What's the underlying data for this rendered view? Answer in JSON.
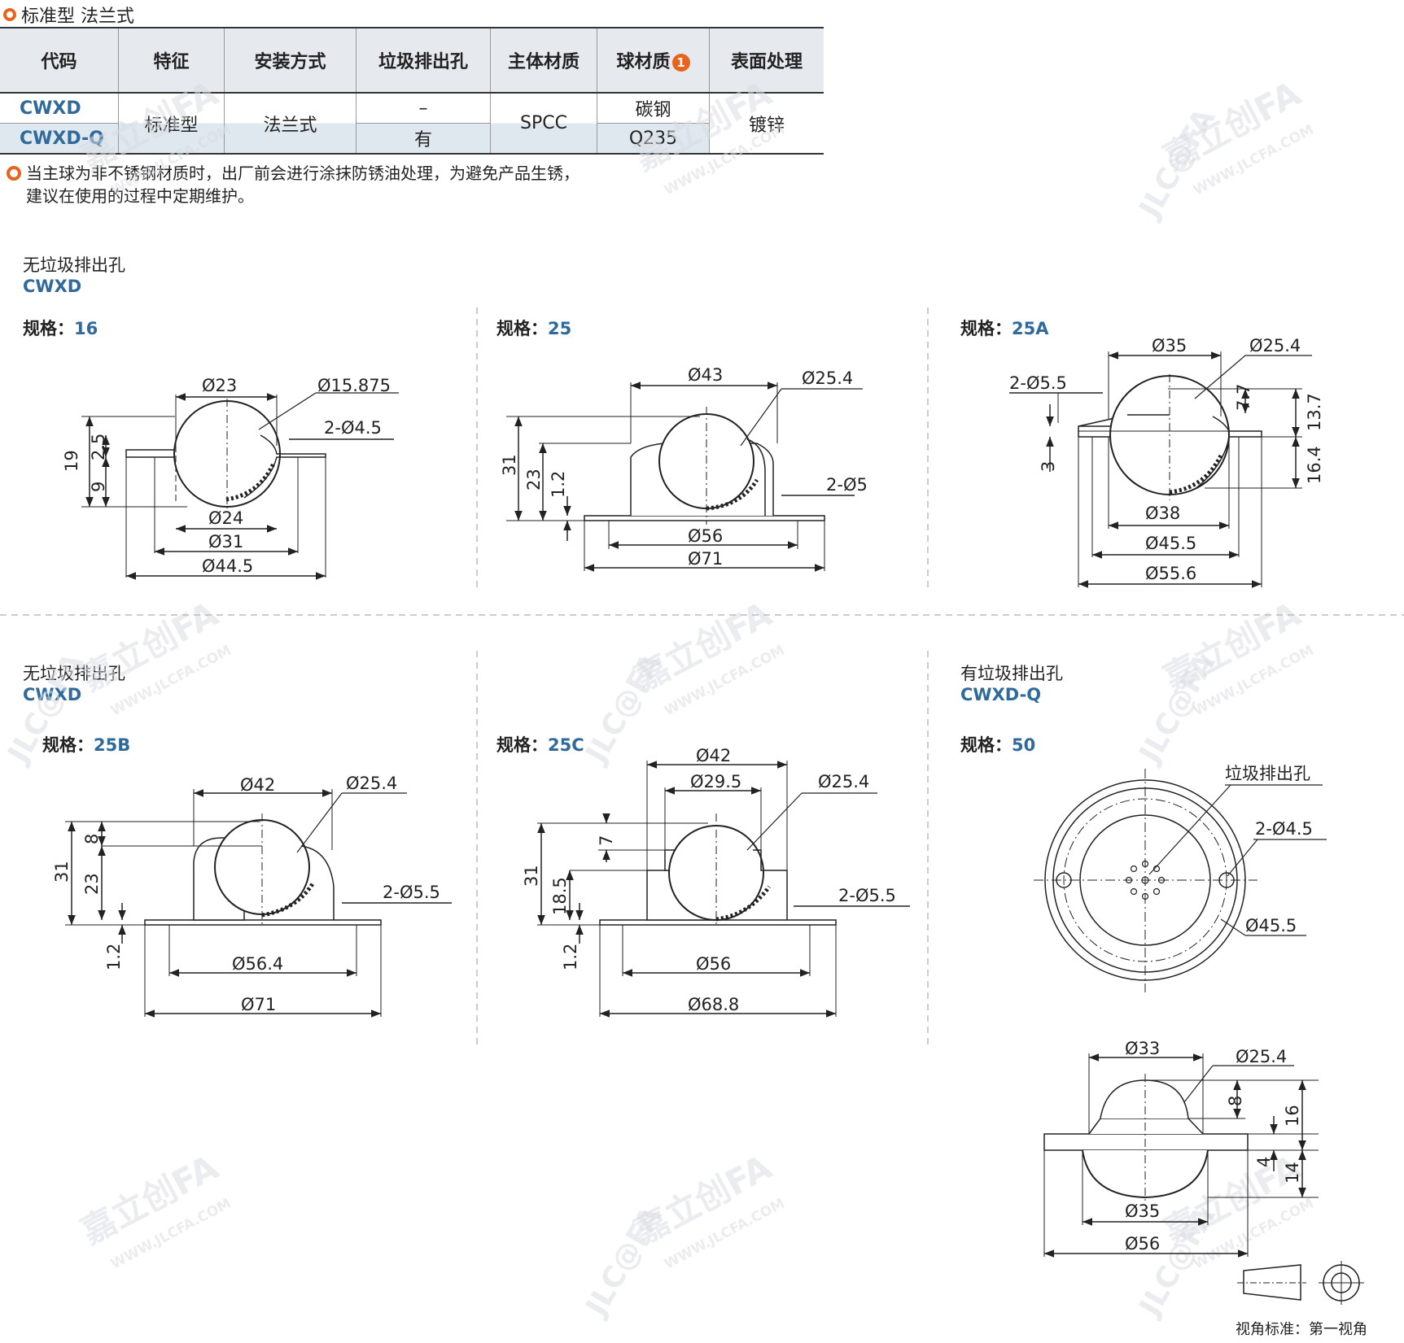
{
  "header": {
    "title": "标准型 法兰式"
  },
  "table": {
    "headers": [
      "代码",
      "特征",
      "安装方式",
      "垃圾排出孔",
      "主体材质",
      "球材质",
      "表面处理"
    ],
    "note_badge": "1",
    "rows": [
      {
        "code": "CWXD",
        "feature": "标准型",
        "mount": "法兰式",
        "drain": "–",
        "body": "SPCC",
        "ball": "碳钢",
        "surface": "镀锌"
      },
      {
        "code": "CWXD-Q",
        "drain": "有",
        "ball": "Q235"
      }
    ]
  },
  "note": {
    "line1": "当主球为非不锈钢材质时，出厂前会进行涂抹防锈油处理，为避免产品生锈，",
    "line2": "建议在使用的过程中定期维护。"
  },
  "sections": {
    "top": {
      "title": "无垃圾排出孔",
      "code": "CWXD"
    },
    "bottom_left": {
      "title": "无垃圾排出孔",
      "code": "CWXD"
    },
    "bottom_right": {
      "title": "有垃圾排出孔",
      "code": "CWXD-Q"
    }
  },
  "spec_label": "规格：",
  "specs": [
    "16",
    "25",
    "25A",
    "25B",
    "25C",
    "50"
  ],
  "dims": {
    "d16": [
      "Ø23",
      "Ø15.875",
      "2-Ø4.5",
      "19",
      "2.5",
      "9",
      "Ø24",
      "Ø31",
      "Ø44.5"
    ],
    "d25": [
      "Ø43",
      "Ø25.4",
      "31",
      "23",
      "1.2",
      "2-Ø5",
      "Ø56",
      "Ø71"
    ],
    "d25A": [
      "Ø35",
      "Ø25.4",
      "2-Ø5.5",
      "7.7",
      "13.7",
      "3",
      "16.4",
      "Ø38",
      "Ø45.5",
      "Ø55.6"
    ],
    "d25B": [
      "Ø42",
      "Ø25.4",
      "8",
      "31",
      "23",
      "2-Ø5.5",
      "1.2",
      "Ø56.4",
      "Ø71"
    ],
    "d25C": [
      "Ø42",
      "Ø29.5",
      "Ø25.4",
      "7",
      "31",
      "18.5",
      "2-Ø5.5",
      "1.2",
      "Ø56",
      "Ø68.8"
    ],
    "d50top": [
      "垃圾排出孔",
      "2-Ø4.5",
      "Ø45.5"
    ],
    "d50side": [
      "Ø33",
      "Ø25.4",
      "8",
      "16",
      "4",
      "14",
      "Ø35",
      "Ø56"
    ]
  },
  "view_standard": "视角标准：第一视角",
  "watermark": {
    "brand": "嘉立创FA",
    "url": "WWW.JLCFA.COM",
    "logo": "JLC@FA"
  }
}
